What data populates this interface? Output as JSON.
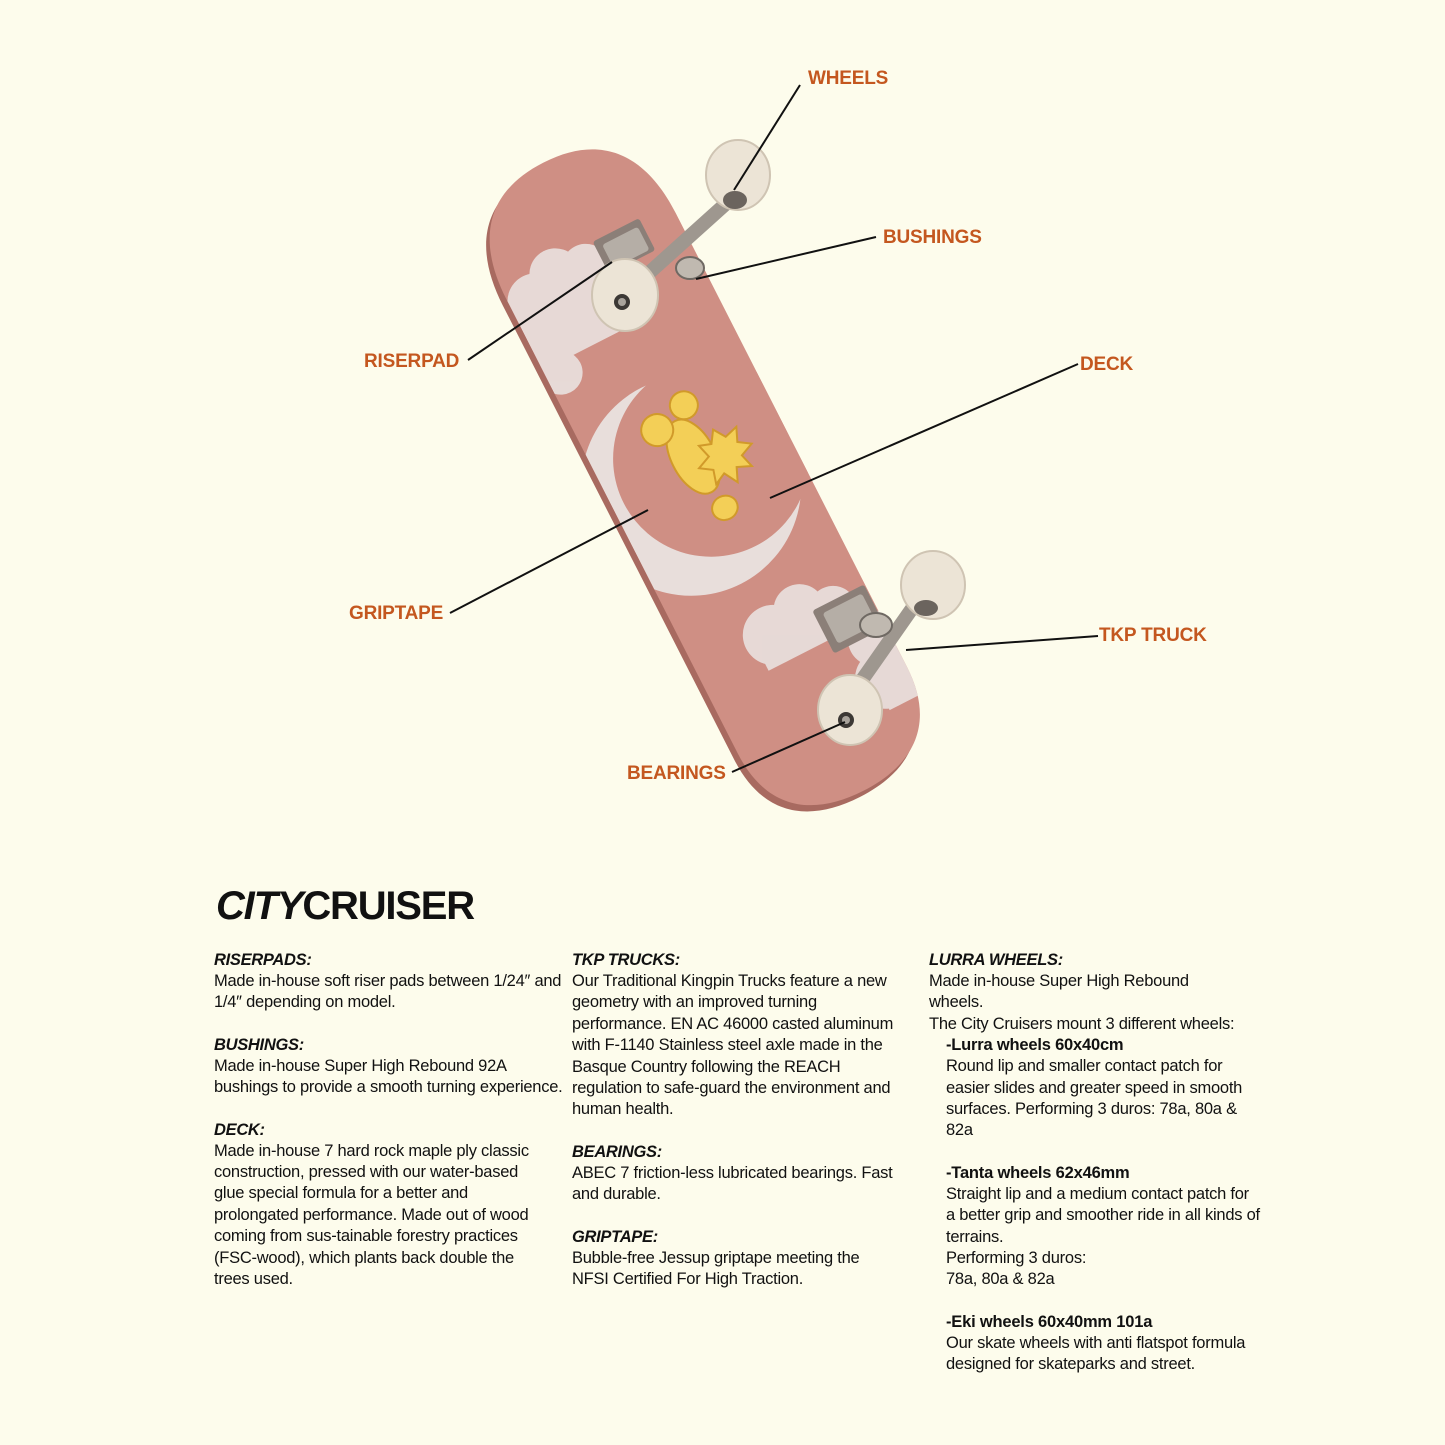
{
  "colors": {
    "background": "#fdfcec",
    "label": "#c4571f",
    "leader_line": "#111111",
    "deck": "#cf8f84",
    "deck_edge": "#a86a60",
    "cloud": "#e8dedb",
    "wheel": "#ece4d6",
    "truck": "#a9a39c",
    "character": "#f3cf57",
    "text": "#111111"
  },
  "diagram": {
    "callouts": [
      {
        "id": "wheels",
        "label": "WHEELS"
      },
      {
        "id": "bushings",
        "label": "BUSHINGS"
      },
      {
        "id": "riserpad",
        "label": "RISERPAD"
      },
      {
        "id": "deck",
        "label": "DECK"
      },
      {
        "id": "griptape",
        "label": "GRIPTAPE"
      },
      {
        "id": "tkp-truck",
        "label": "TKP TRUCK"
      },
      {
        "id": "bearings",
        "label": "BEARINGS"
      }
    ]
  },
  "product": {
    "title_italic": "CITY",
    "title_regular": "CRUISER"
  },
  "specs": {
    "riserpads": {
      "heading": "RISERPADS:",
      "body": "Made in-house soft riser pads between 1/24″ and 1/4″ depending on model."
    },
    "bushings": {
      "heading": "BUSHINGS:",
      "body": "Made in-house Super High Rebound 92A bushings to provide a smooth turning experience."
    },
    "deck": {
      "heading": "DECK:",
      "body": "Made in-house 7 hard rock maple ply classic construction, pressed with our water-based glue special formula for a better and prolongated performance. Made out of wood coming from sus-tainable forestry practices (FSC-wood), which plants back double the trees used."
    },
    "tkp_trucks": {
      "heading": "TKP TRUCKS:",
      "body": "Our Traditional Kingpin Trucks feature a new geometry with an improved turning performance. EN AC 46000 casted aluminum with F-1140 Stainless steel axle made in the Basque Country following the REACH regulation to safe-guard the environment and human health."
    },
    "bearings": {
      "heading": "BEARINGS:",
      "body": "ABEC 7 friction-less lubricated bearings. Fast and durable."
    },
    "griptape": {
      "heading": "GRIPTAPE:",
      "body": "Bubble-free Jessup griptape meeting the NFSI Certified For High Traction."
    },
    "lurra_wheels": {
      "heading": "LURRA WHEELS:",
      "body": "Made in-house Super High Rebound wheels.\nThe City Cruisers mount 3 different wheels:",
      "variants": [
        {
          "title": "-Lurra wheels 60x40cm",
          "body": "Round lip and smaller contact patch for easier slides and greater speed in smooth surfaces. Performing 3 duros: 78a, 80a & 82a"
        },
        {
          "title": "-Tanta wheels 62x46mm",
          "body": "Straight lip and a medium contact patch for a better grip and smoother ride in all kinds of terrains.\nPerforming 3 duros:\n78a, 80a & 82a"
        },
        {
          "title": "-Eki wheels 60x40mm 101a",
          "body": "Our skate wheels with anti flatspot formula designed for skateparks and street."
        }
      ]
    }
  }
}
